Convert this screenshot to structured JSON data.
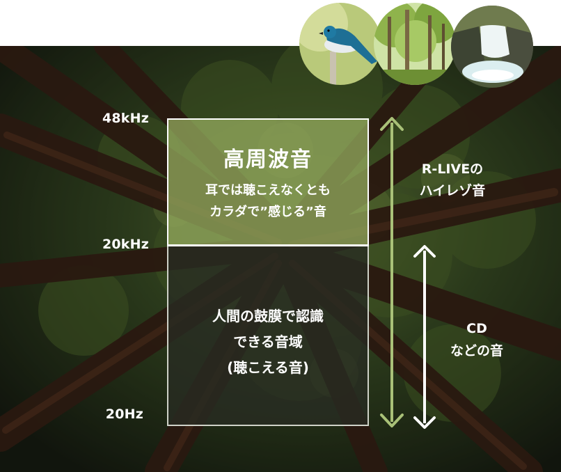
{
  "frequency_labels": {
    "top": "48kHz",
    "middle": "20kHz",
    "bottom": "20Hz"
  },
  "high_band": {
    "title": "高周波音",
    "lines": [
      "耳では聴こえなくとも",
      "カラダで”感じる”音"
    ]
  },
  "audible_band": {
    "lines": [
      "人間の鼓膜で認識",
      "できる音域",
      "(聴こえる音)"
    ]
  },
  "hires_range": {
    "lines": [
      "R-LIVEの",
      "ハイレゾ音"
    ],
    "arrow_color": "#a9c178"
  },
  "cd_range": {
    "lines": [
      "CD",
      "などの音"
    ],
    "arrow_color": "#ffffff"
  },
  "photos": [
    {
      "icon": "bird-photo"
    },
    {
      "icon": "forest-photo"
    },
    {
      "icon": "waterfall-photo"
    }
  ],
  "colors": {
    "high_band_fill": "#91a65c",
    "audible_band_fill": "#282c22",
    "background_forest": "#1d2314"
  }
}
